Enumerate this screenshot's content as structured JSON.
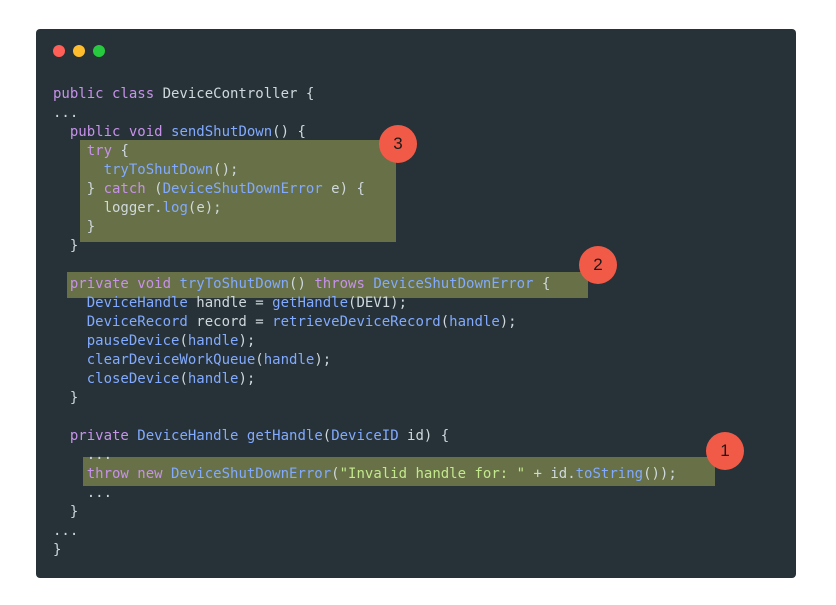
{
  "window": {
    "controls": [
      "close",
      "minimize",
      "maximize"
    ],
    "colors": {
      "background": "#263238",
      "highlight": "#6c7548",
      "badge": "#f25a48"
    }
  },
  "badges": [
    "3",
    "2",
    "1"
  ],
  "code": {
    "lines": [
      [
        {
          "t": "public class ",
          "c": "kw"
        },
        {
          "t": "DeviceController",
          "c": "pl"
        },
        {
          "t": " {",
          "c": "pl"
        }
      ],
      [
        {
          "t": "...",
          "c": "pl"
        }
      ],
      [
        {
          "t": "  public void ",
          "c": "kw"
        },
        {
          "t": "sendShutDown",
          "c": "fn"
        },
        {
          "t": "() {",
          "c": "pl"
        }
      ],
      [
        {
          "t": "    try",
          "c": "kw"
        },
        {
          "t": " {",
          "c": "pl"
        }
      ],
      [
        {
          "t": "      tryToShutDown",
          "c": "fn"
        },
        {
          "t": "();",
          "c": "pl"
        }
      ],
      [
        {
          "t": "    } ",
          "c": "pl"
        },
        {
          "t": "catch",
          "c": "kw"
        },
        {
          "t": " (",
          "c": "pl"
        },
        {
          "t": "DeviceShutDownError",
          "c": "fn"
        },
        {
          "t": " e) {",
          "c": "pl"
        }
      ],
      [
        {
          "t": "      logger",
          "c": "pl"
        },
        {
          "t": ".",
          "c": "pl"
        },
        {
          "t": "log",
          "c": "fn"
        },
        {
          "t": "(e);",
          "c": "pl"
        }
      ],
      [
        {
          "t": "    }",
          "c": "pl"
        }
      ],
      [
        {
          "t": "  }",
          "c": "pl"
        }
      ],
      [
        {
          "t": "",
          "c": "pl"
        }
      ],
      [
        {
          "t": "  private void ",
          "c": "kw"
        },
        {
          "t": "tryToShutDown",
          "c": "fn"
        },
        {
          "t": "() ",
          "c": "pl"
        },
        {
          "t": "throws ",
          "c": "kw"
        },
        {
          "t": "DeviceShutDownError",
          "c": "fn"
        },
        {
          "t": " {",
          "c": "pl"
        }
      ],
      [
        {
          "t": "    DeviceHandle",
          "c": "fn"
        },
        {
          "t": " handle = ",
          "c": "pl"
        },
        {
          "t": "getHandle",
          "c": "fn"
        },
        {
          "t": "(DEV1);",
          "c": "pl"
        }
      ],
      [
        {
          "t": "    DeviceRecord",
          "c": "fn"
        },
        {
          "t": " record = ",
          "c": "pl"
        },
        {
          "t": "retrieveDeviceRecord",
          "c": "fn"
        },
        {
          "t": "(",
          "c": "pl"
        },
        {
          "t": "handle",
          "c": "fn"
        },
        {
          "t": ");",
          "c": "pl"
        }
      ],
      [
        {
          "t": "    pauseDevice",
          "c": "fn"
        },
        {
          "t": "(",
          "c": "pl"
        },
        {
          "t": "handle",
          "c": "fn"
        },
        {
          "t": ");",
          "c": "pl"
        }
      ],
      [
        {
          "t": "    clearDeviceWorkQueue",
          "c": "fn"
        },
        {
          "t": "(",
          "c": "pl"
        },
        {
          "t": "handle",
          "c": "fn"
        },
        {
          "t": ");",
          "c": "pl"
        }
      ],
      [
        {
          "t": "    closeDevice",
          "c": "fn"
        },
        {
          "t": "(",
          "c": "pl"
        },
        {
          "t": "handle",
          "c": "fn"
        },
        {
          "t": ");",
          "c": "pl"
        }
      ],
      [
        {
          "t": "  }",
          "c": "pl"
        }
      ],
      [
        {
          "t": "",
          "c": "pl"
        }
      ],
      [
        {
          "t": "  private ",
          "c": "kw"
        },
        {
          "t": "DeviceHandle",
          "c": "fn"
        },
        {
          "t": " ",
          "c": "pl"
        },
        {
          "t": "getHandle",
          "c": "fn"
        },
        {
          "t": "(",
          "c": "pl"
        },
        {
          "t": "DeviceID",
          "c": "fn"
        },
        {
          "t": " id) {",
          "c": "pl"
        }
      ],
      [
        {
          "t": "    ...",
          "c": "pl"
        }
      ],
      [
        {
          "t": "    throw new ",
          "c": "kw"
        },
        {
          "t": "DeviceShutDownError",
          "c": "fn"
        },
        {
          "t": "(",
          "c": "pl"
        },
        {
          "t": "\"Invalid handle for: \"",
          "c": "str"
        },
        {
          "t": " + id.",
          "c": "pl"
        },
        {
          "t": "toString",
          "c": "fn"
        },
        {
          "t": "());",
          "c": "pl"
        }
      ],
      [
        {
          "t": "    ...",
          "c": "pl"
        }
      ],
      [
        {
          "t": "  }",
          "c": "pl"
        }
      ],
      [
        {
          "t": "...",
          "c": "pl"
        }
      ],
      [
        {
          "t": "}",
          "c": "pl"
        }
      ]
    ]
  }
}
